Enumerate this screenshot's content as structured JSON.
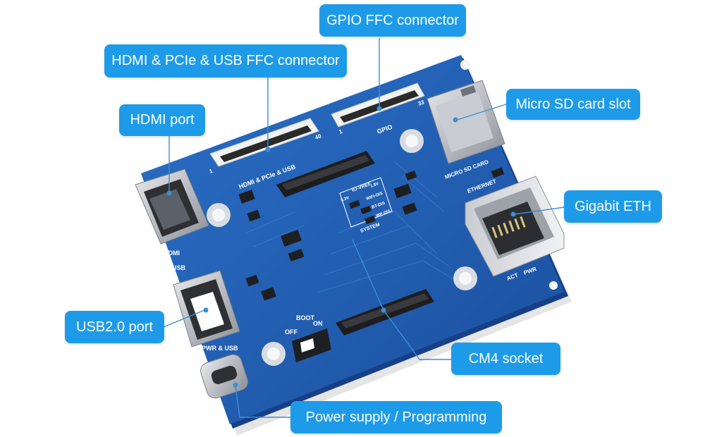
{
  "callouts": {
    "gpio_ffc": "GPIO FFC connector",
    "hdmi_pcie_usb_ffc": "HDMI & PCIe & USB FFC connector",
    "hdmi_port": "HDMI port",
    "micro_sd": "Micro SD card slot",
    "gigabit_eth": "Gigabit ETH",
    "usb2_port": "USB2.0 port",
    "cm4_socket": "CM4  socket",
    "power_supply": "Power supply / Programming"
  },
  "silkscreen": {
    "hdmi_pcie_usb": "HDMI & PCIe & USB",
    "pin_40": "40",
    "pin_1_left": "1",
    "gpio": "GPIO",
    "pin_33": "33",
    "pin_1_right": "1",
    "micro_sd_card": "MICRO SD CARD",
    "ethernet": "ETHERNET",
    "hdmi": "HDMI",
    "usb": "USB",
    "pwr_usb": "PWR & USB",
    "boot": "BOOT",
    "off": "OFF",
    "on": "ON",
    "act": "ACT",
    "pwr": "PWR",
    "io_vref": "IO-VREF",
    "v33": "3.3V",
    "v18": "1.8V",
    "wifi_dis": "WIFI-DIS",
    "bt_dis": "BT-DIS",
    "wp_dis": "WP-DIS",
    "system": "SYSTEM"
  },
  "colors": {
    "callout": "#1e9be8",
    "pcb": "#1f5fb6",
    "pcb_edge": "#163f87",
    "leader": "#3a8fd8"
  }
}
